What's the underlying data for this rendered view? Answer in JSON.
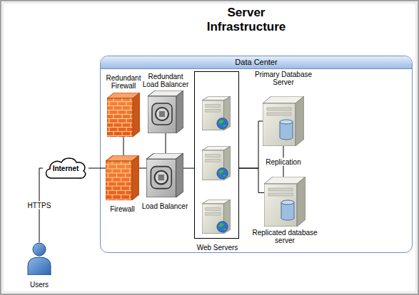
{
  "diagram": {
    "title": "Server Infrastructure",
    "nodes": [
      {
        "text": [
          "Data Center"
        ]
      },
      {
        "text": [
          "Redundant Firewall"
        ],
        "in": 0
      },
      {
        "text": [
          "Redundant Load Balancer"
        ],
        "in": 0
      },
      {
        "text": [
          "Primary Database Server"
        ],
        "in": 0
      },
      {
        "text": [
          "Internet"
        ]
      },
      {
        "text": [
          "Firewall"
        ],
        "in": 0
      },
      {
        "text": [
          "Load Balancer"
        ],
        "in": 0
      },
      {
        "text": [
          "Web Servers"
        ],
        "in": 0
      },
      {
        "text": [
          "Replicated database server"
        ],
        "in": 0
      },
      {
        "text": [
          "Users"
        ]
      }
    ],
    "edges": [
      {
        "from": 9,
        "to": 4,
        "arrow": "none",
        "label": "HTTPS"
      },
      {
        "from": 4,
        "to": 5,
        "arrow": "none"
      },
      {
        "from": 5,
        "to": 6,
        "arrow": "none"
      },
      {
        "from": 1,
        "to": 5,
        "arrow": "none"
      },
      {
        "from": 2,
        "to": 6,
        "arrow": "none"
      },
      {
        "from": 6,
        "to": 7,
        "arrow": "none"
      },
      {
        "from": 7,
        "to": 3,
        "arrow": "none"
      },
      {
        "from": 7,
        "to": 8,
        "arrow": "none"
      },
      {
        "from": 3,
        "to": 8,
        "arrow": "none",
        "label": "Replication"
      }
    ]
  }
}
